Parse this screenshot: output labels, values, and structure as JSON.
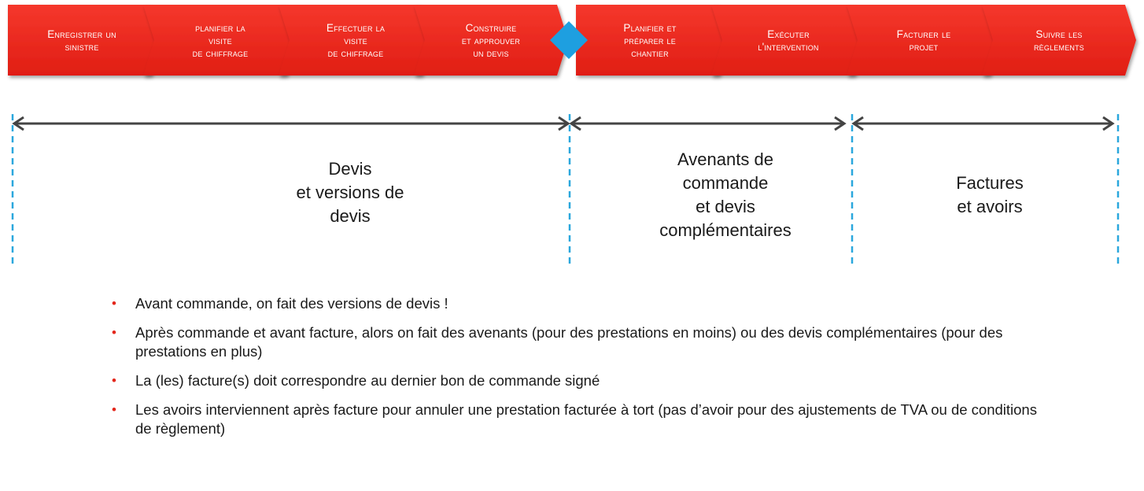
{
  "colors": {
    "step_fill": "#f2251a",
    "step_fill_dark": "#d41a10",
    "milestone": "#1e9fe0",
    "arrow": "#444444",
    "guide": "#2aa7dd",
    "bullet": "#e3261b"
  },
  "steps": [
    {
      "lines": [
        "Enregistrer un",
        "sinistre"
      ]
    },
    {
      "lines": [
        "planifier la",
        "visite",
        "de chiffrage"
      ]
    },
    {
      "lines": [
        "Effectuer la",
        "visite",
        "de chiffrage"
      ]
    },
    {
      "lines": [
        "Construire",
        "et approuver",
        "un devis"
      ]
    },
    {
      "lines": [
        "Planifier et",
        "préparer le",
        "chantier"
      ]
    },
    {
      "lines": [
        "Exécuter",
        "l'intervention"
      ]
    },
    {
      "lines": [
        "Facturer le",
        "projet"
      ]
    },
    {
      "lines": [
        "Suivre les",
        "règlements"
      ]
    }
  ],
  "milestone_icon": "diamond-icon",
  "zones": [
    {
      "lines": [
        "Devis",
        "et versions de",
        "devis"
      ]
    },
    {
      "lines": [
        "Avenants de",
        "commande",
        "et devis",
        "complémentaires"
      ]
    },
    {
      "lines": [
        "Factures",
        "et avoirs"
      ]
    }
  ],
  "bullets": [
    "Avant commande, on fait des versions de devis !",
    "Après commande et avant facture, alors on fait des avenants (pour des prestations en moins) ou des devis complémentaires (pour des prestations en plus)",
    "La (les) facture(s) doit correspondre au dernier bon de commande signé",
    "Les avoirs interviennent après facture pour annuler une prestation facturée à tort (pas d’avoir pour des ajustements de TVA ou de conditions de règlement)"
  ]
}
